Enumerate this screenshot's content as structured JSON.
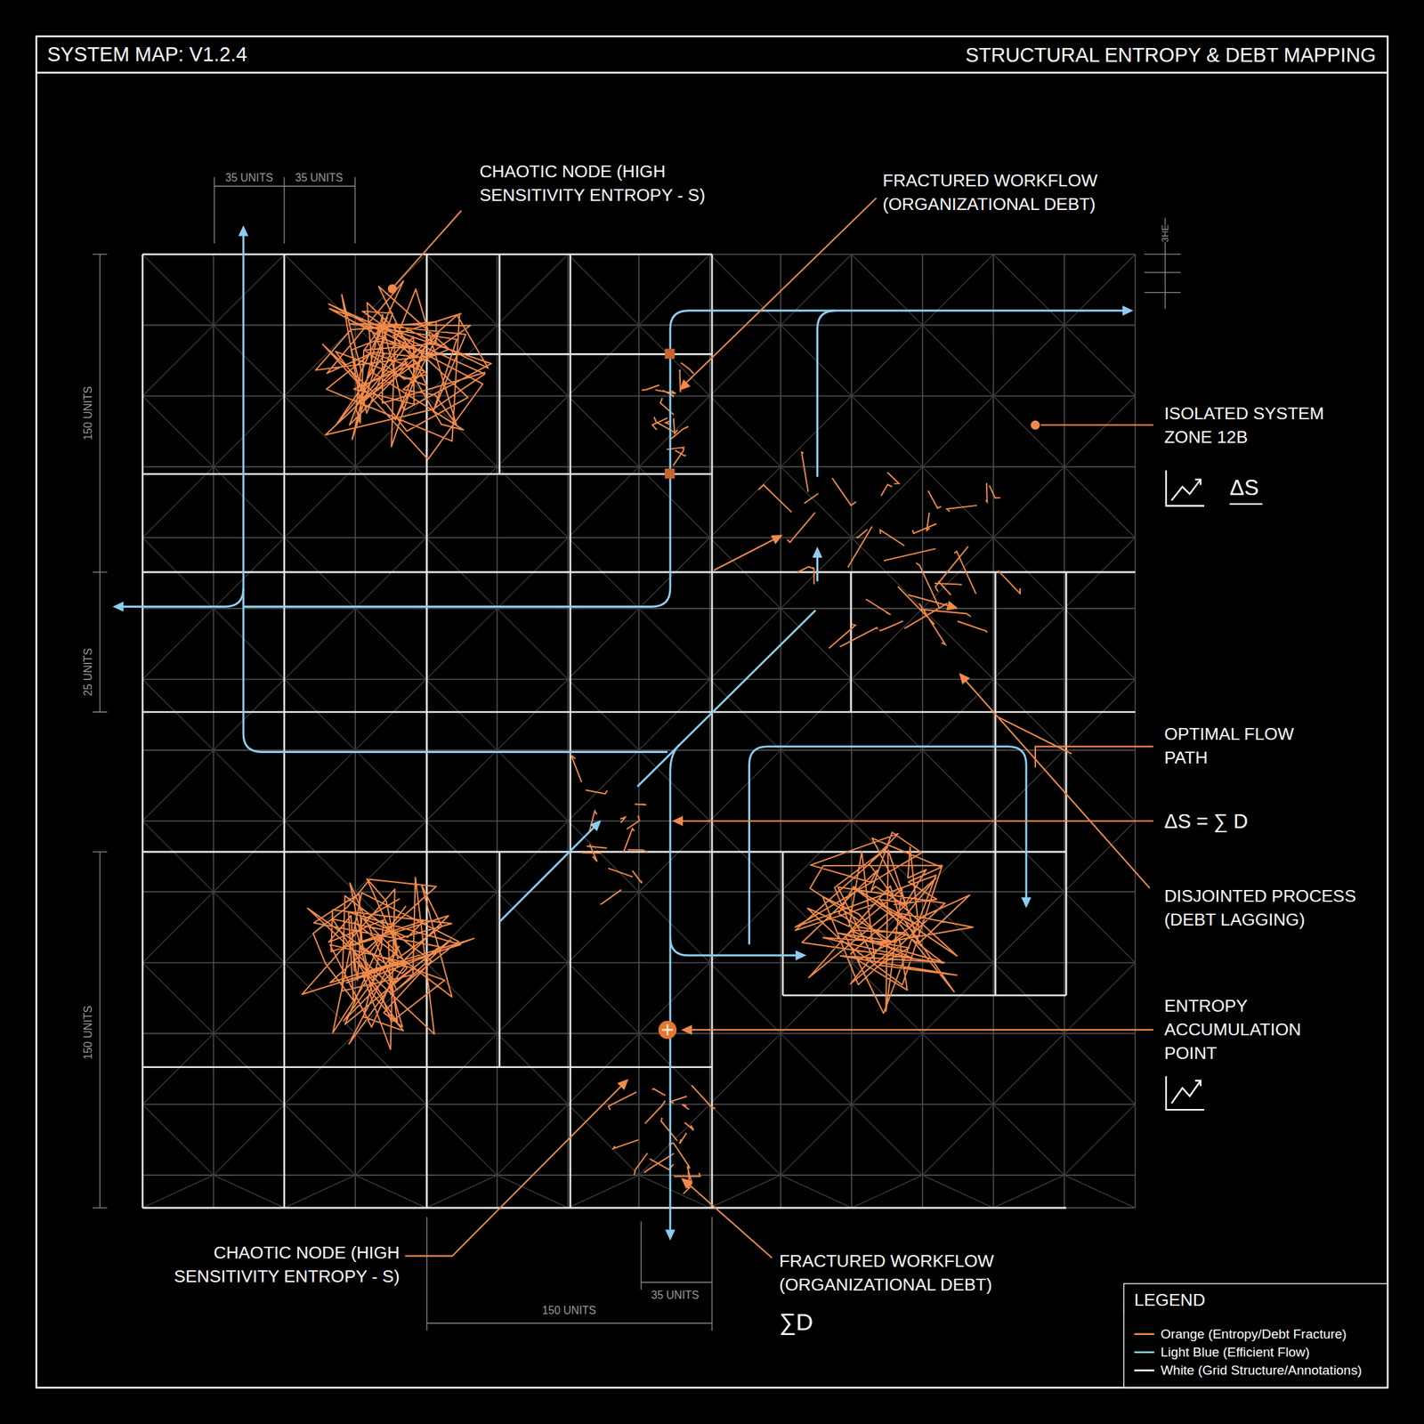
{
  "diagram": {
    "title": "SYSTEM MAP: V1.2.4",
    "nodes": [
      {
        "text": [
          "LEGEND"
        ]
      }
    ],
    "labels": [
      "STRUCTURAL ENTROPY & DEBT MAPPING",
      "CHAOTIC NODE (HIGH SENSITIVITY ENTROPY - S)",
      "FRACTURED WORKFLOW (ORGANIZATIONAL DEBT)",
      "ISOLATED SYSTEM ZONE 12B",
      "ΔS",
      "OPTIMAL FLOW PATH",
      "ΔS = ∑ D",
      "DISJOINTED PROCESS (DEBT LAGGING)",
      "ENTROPY ACCUMULATION POINT",
      "CHAOTIC NODE (HIGH SENSITIVITY ENTROPY - S)",
      "FRACTURED WORKFLOW (ORGANIZATIONAL DEBT)",
      "∑D",
      "35 UNITS",
      "35 UNITS",
      "150 UNITS",
      "25 UNITS",
      "150 UNITS",
      "35 UNITS",
      "150 UNITS",
      "3HE"
    ],
    "legend": [
      {
        "text": "Orange (Entropy/Debt Fracture)",
        "color": "#f08a4b"
      },
      {
        "text": "Light Blue (Efficient Flow)",
        "color": "#8ecdf0"
      },
      {
        "text": "White (Grid Structure/Annotations)",
        "color": "#ffffff"
      }
    ]
  }
}
